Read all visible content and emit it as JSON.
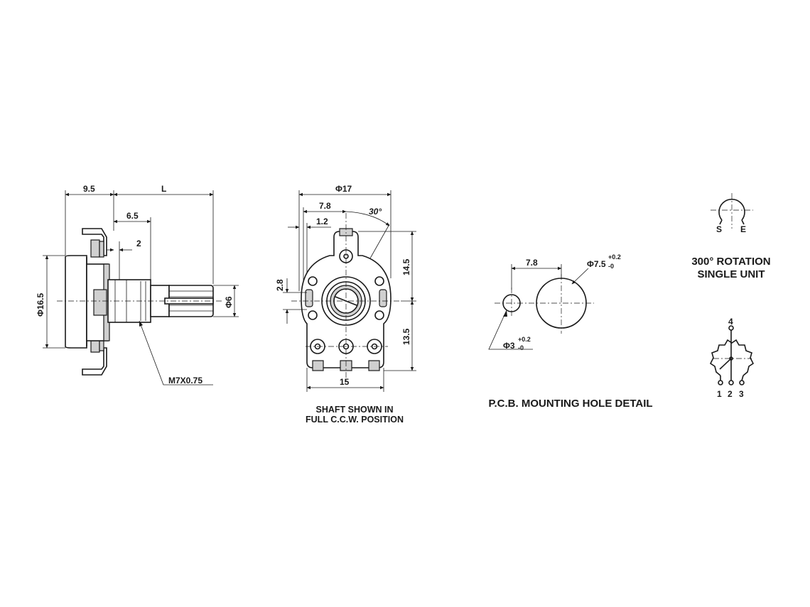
{
  "side_view": {
    "dim_depth": "9.5",
    "dim_length": "L",
    "dim_bushing": "6.5",
    "dim_flat": "2",
    "dim_diameter": "Φ16.5",
    "dim_shaft": "Φ6",
    "thread": "M7X0.75"
  },
  "front_view": {
    "dim_diameter": "Φ17",
    "dim_offset": "7.8",
    "dim_lug": "1.2",
    "angle": "30°",
    "dim_tab": "2.8",
    "dim_upper": "14.5",
    "dim_lower": "13.5",
    "dim_width": "15",
    "caption_line1": "SHAFT SHOWN IN",
    "caption_line2": "FULL C.C.W. POSITION"
  },
  "pcb_detail": {
    "dim_spacing": "7.8",
    "big_hole": "Φ7.5",
    "big_tol_plus": "+0.2",
    "big_tol_minus": "-0",
    "small_hole": "Φ3",
    "small_tol_plus": "+0.2",
    "small_tol_minus": "-0",
    "caption": "P.C.B. MOUNTING HOLE DETAIL"
  },
  "rotation": {
    "label_s": "S",
    "label_e": "E",
    "caption_line1": "300° ROTATION",
    "caption_line2": "SINGLE UNIT"
  },
  "schematic": {
    "pin_wiper": "4",
    "pin_1": "1",
    "pin_2": "2",
    "pin_3": "3"
  }
}
